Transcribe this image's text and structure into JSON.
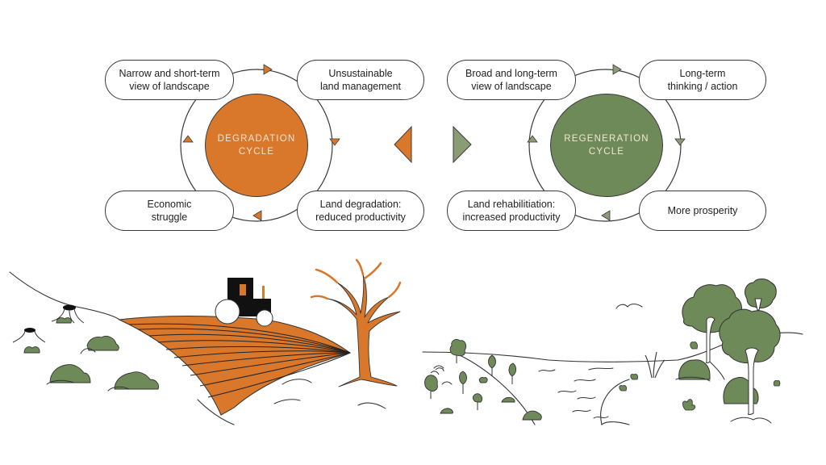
{
  "colors": {
    "degradation": "#d9782b",
    "regeneration": "#6e8a58",
    "regeneration_arrow": "#8a9c73",
    "outline": "#3a3a3a",
    "tractor": "#111111"
  },
  "degradation_cycle": {
    "title": "DEGRADATION\nCYCLE",
    "steps": [
      "Narrow and short-term\nview of landscape",
      "Unsustainable\nland management",
      "Land degradation:\nreduced productivity",
      "Economic\nstruggle"
    ]
  },
  "regeneration_cycle": {
    "title": "REGENERATION\nCYCLE",
    "steps": [
      "Broad and long-term\nview of landscape",
      "Long-term\nthinking / action",
      "More prosperity",
      "Land rehabilitiation:\nincreased productivity"
    ]
  },
  "transition_arrows": [
    {
      "direction": "left",
      "meaning": "toward degradation",
      "icon": "triangle-left-icon"
    },
    {
      "direction": "right",
      "meaning": "toward regeneration",
      "icon": "triangle-right-icon"
    }
  ],
  "illustrations": {
    "left": {
      "scene": "degraded-landscape",
      "elements": [
        "tree-stumps",
        "sparse-bushes",
        "plowed-field",
        "tractor",
        "dead-tree"
      ]
    },
    "right": {
      "scene": "regenerated-landscape",
      "elements": [
        "young-trees",
        "river",
        "reeds",
        "bird",
        "mature-trees",
        "bushes"
      ]
    }
  }
}
